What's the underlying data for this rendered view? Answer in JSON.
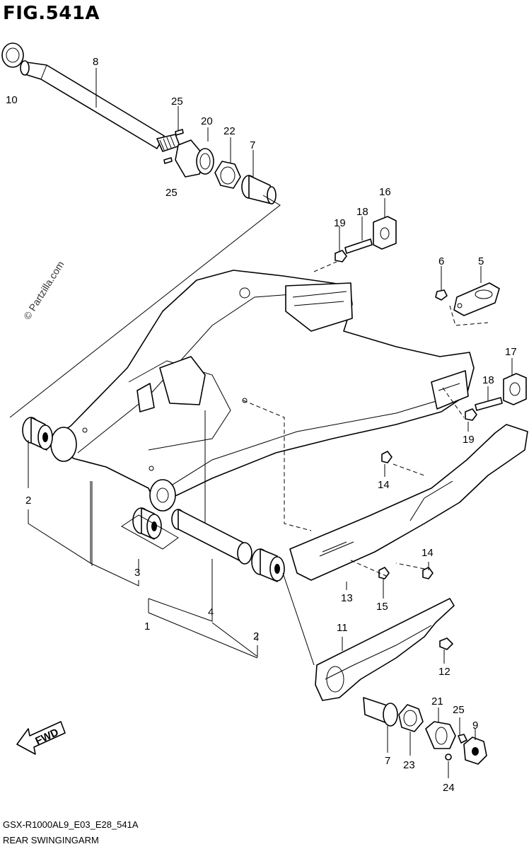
{
  "figure": {
    "title": "FIG.541A",
    "watermark": "© Partzilla.com",
    "footer_code": "GSX-R1000AL9_E03_E28_541A",
    "footer_name": "REAR SWINGINGARM",
    "fwd_label": "FWD"
  },
  "callouts": {
    "c1": "1",
    "c2a": "2",
    "c2b": "2",
    "c3": "3",
    "c4": "4",
    "c5": "5",
    "c6": "6",
    "c7a": "7",
    "c7b": "7",
    "c8": "8",
    "c9": "9",
    "c10": "10",
    "c11": "11",
    "c12": "12",
    "c13": "13",
    "c14a": "14",
    "c14b": "14",
    "c15": "15",
    "c16": "16",
    "c17": "17",
    "c18a": "18",
    "c18b": "18",
    "c19a": "19",
    "c19b": "19",
    "c20": "20",
    "c21": "21",
    "c22": "22",
    "c23": "23",
    "c24": "24",
    "c25a": "25",
    "c25b": "25",
    "c25c": "25"
  }
}
